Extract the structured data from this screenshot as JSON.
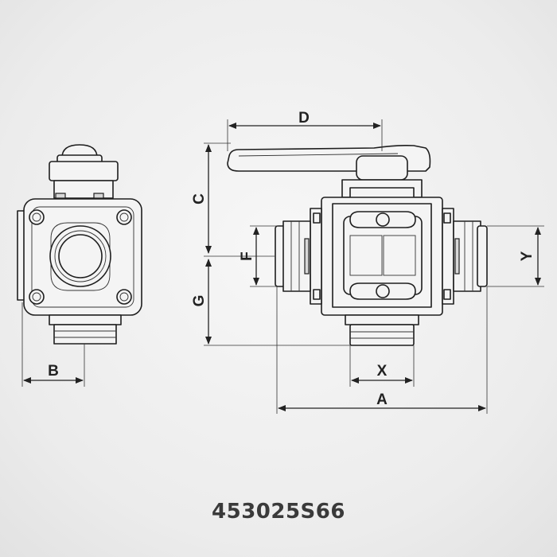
{
  "drawing": {
    "product_code": "453025S66",
    "dimension_labels": {
      "A": "A",
      "B": "B",
      "C": "C",
      "D": "D",
      "F": "F",
      "G": "G",
      "X": "X",
      "Y": "Y"
    },
    "line_color": "#1e1e1e",
    "background_color": "#efefef"
  }
}
